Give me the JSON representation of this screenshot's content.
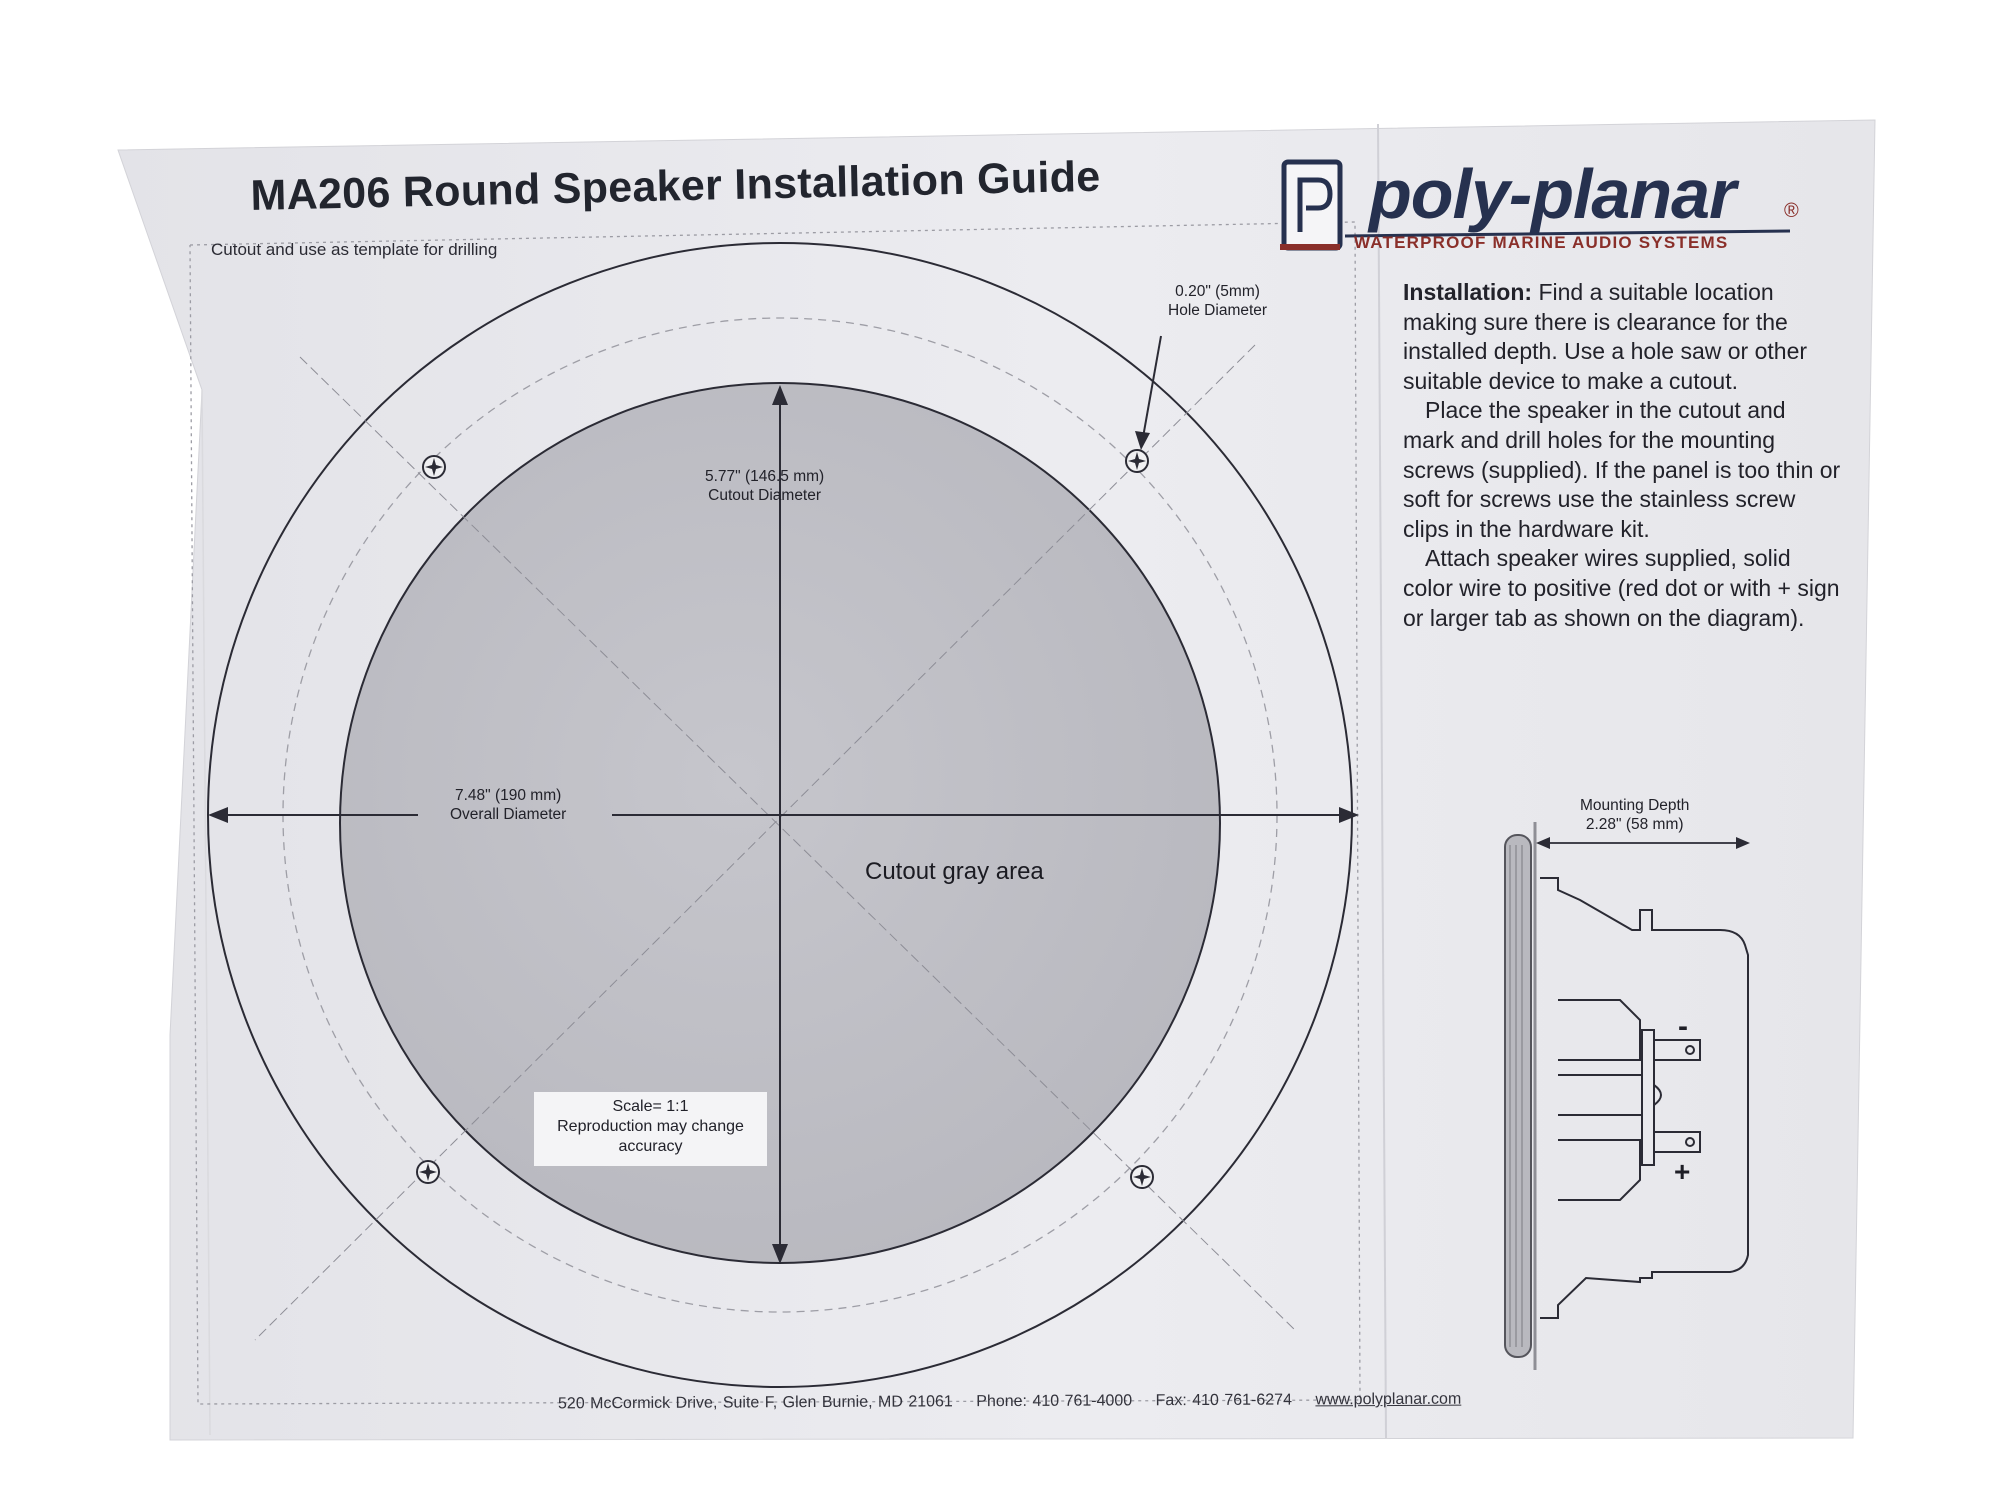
{
  "document": {
    "title": "MA206 Round Speaker Installation Guide",
    "subtitle": "Cutout and use as template for drilling"
  },
  "logo": {
    "wordmark": "poly-planar",
    "registered": "®",
    "tagline": "WATERPROOF MARINE AUDIO SYSTEMS"
  },
  "instructions": {
    "heading": "Installation:",
    "paragraph1": "Find a suitable location making sure there is clearance for the installed depth.  Use a hole saw or other suitable device to make a cutout.",
    "paragraph2": "Place the speaker in the cutout and mark and drill holes for the mounting screws (supplied). If the panel is too thin or soft for screws use the stainless screw clips in the hardware kit.",
    "paragraph3": "Attach speaker wires supplied, solid color wire to positive (red dot or with + sign or larger tab as shown on the diagram)."
  },
  "template": {
    "hole_label_1": "0.20\" (5mm)",
    "hole_label_2": "Hole Diameter",
    "cutout_dim_1": "5.77\" (146.5 mm)",
    "cutout_dim_2": "Cutout Diameter",
    "overall_dim_1": "7.48\" (190 mm)",
    "overall_dim_2": "Overall Diameter",
    "cutout_area": "Cutout gray area",
    "scale_1": "Scale= 1:1",
    "scale_2": "Reproduction may change",
    "scale_3": "accuracy"
  },
  "side_view": {
    "depth_label_1": "Mounting Depth",
    "depth_label_2": "2.28\" (58 mm)",
    "negative": "-",
    "positive": "+"
  },
  "footer": {
    "address": "520 McCormick Drive, Suite F, Glen Burnie, MD 21061",
    "phone": "Phone: 410 761-4000",
    "fax": "Fax: 410 761-6274",
    "website": "www.polyplanar.com"
  },
  "colors": {
    "background": "#ffffff",
    "paper": "#e9e9ed",
    "cutout_gray": "#bdbdc3",
    "brand_navy": "#26314f",
    "brand_red": "#8a2f2a"
  }
}
